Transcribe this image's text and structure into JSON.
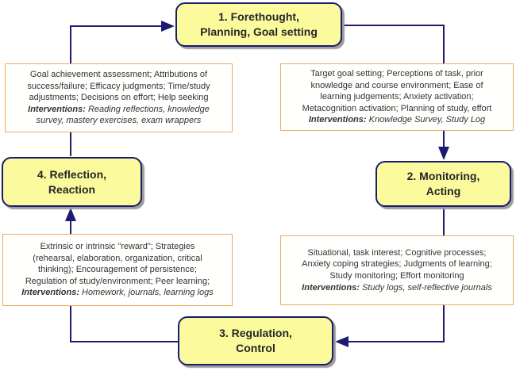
{
  "stages": {
    "forethought": {
      "lines": [
        "1. Forethought,",
        "Planning, Goal setting"
      ]
    },
    "monitoring": {
      "lines": [
        "2. Monitoring,",
        "Acting"
      ]
    },
    "regulation": {
      "lines": [
        "3. Regulation,",
        "Control"
      ]
    },
    "reflection": {
      "lines": [
        "4. Reflection,",
        "Reaction"
      ]
    }
  },
  "notes": {
    "top_left": {
      "body_lines": [
        "Goal achievement assessment; Attributions of",
        "success/failure; Efficacy judgments; Time/study",
        "adjustments; Decisions on effort; Help seeking"
      ],
      "interventions_label": "Interventions:",
      "interventions": [
        "Reading reflections, knowledge",
        "survey, mastery exercises, exam wrappers"
      ]
    },
    "top_right": {
      "body_lines": [
        "Target goal setting; Perceptions of task, prior",
        "knowledge and course environment; Ease of",
        "learning judgements; Anxiety activation;",
        "Metacognition activation; Planning of study, effort"
      ],
      "interventions_label": "Interventions:",
      "interventions": "Knowledge Survey, Study Log"
    },
    "bottom_left": {
      "body_lines": [
        "Extrinsic or intrinsic \"reward\"; Strategies",
        "(rehearsal, elaboration, organization, critical",
        "thinking); Encouragement of persistence;",
        "Regulation of study/environment; Peer learning;"
      ],
      "interventions_label": "Interventions:",
      "interventions": "Homework, journals, learning logs"
    },
    "bottom_right": {
      "body_lines": [
        "Situational, task interest; Cognitive processes;",
        "Anxiety coping strategies; Judgments of learning;",
        "Study monitoring; Effort monitoring"
      ],
      "interventions_label": "Interventions:",
      "interventions": "Study logs, self-reflective journals"
    }
  },
  "colors": {
    "stage_fill": "#FBFB9E",
    "stage_border": "#1B1B70",
    "stage_text": "#262626",
    "connector": "#1B1B70",
    "note_border": "#EFA860",
    "note_background": "#FFFFFE",
    "note_text": "#333333",
    "shadow": "#9C9C9C",
    "background": "#FFFFFF"
  }
}
